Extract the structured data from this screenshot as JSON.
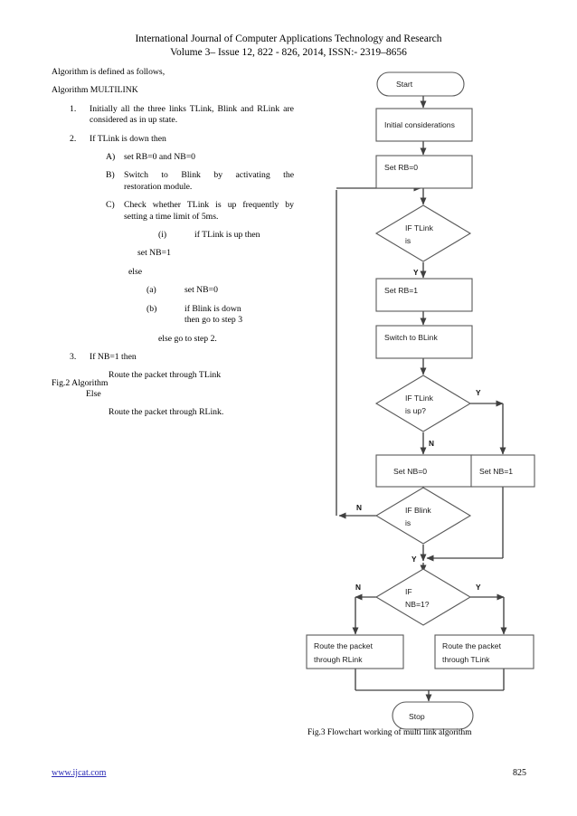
{
  "header": {
    "line1": "International Journal of Computer Applications Technology and Research",
    "line2": "Volume 3– Issue 12, 822 - 826, 2014, ISSN:- 2319–8656"
  },
  "algorithm": {
    "intro": "Algorithm is defined as follows,",
    "title": "Algorithm MULTILINK",
    "step1_marker": "1.",
    "step1_text": "Initially all the three links TLink, Blink and RLink are considered as in up state.",
    "step2_marker": "2.",
    "step2_text": "If TLink is down then",
    "stepA_marker": "A)",
    "stepA_text": "set RB=0 and NB=0",
    "stepB_marker": "B)",
    "stepB_text": "Switch to Blink by activating the",
    "stepB_text2": "restoration module.",
    "stepC_marker": "C)",
    "stepC_text": "Check whether TLink is up frequently by setting a time limit of 5ms.",
    "roman_i_marker": "(i)",
    "roman_i_text": "if TLink is up then",
    "set_nb1": "set NB=1",
    "else1": "else",
    "a_marker": "(a)",
    "a_text": "set NB=0",
    "b_marker": "(b)",
    "b_text": "if  Blink  is  down",
    "b_text2": "then go to step 3",
    "else_goto": "else go to step 2.",
    "step3_marker": "3.",
    "step3_text": "If  NB=1 then",
    "route_tlink": "Route the packet through TLink",
    "else2": "Else",
    "route_rlink": "Route the packet through RLink.",
    "caption": "Fig.2 Algorithm"
  },
  "flowchart": {
    "caption": "Fig.3 Flowchart working of multi link algorithm",
    "nodes": {
      "start": "Start",
      "initial_considerations": "Initial considerations",
      "set_rb0": "Set RB=0",
      "if_tlink_is_l1": "IF TLink",
      "if_tlink_is_l2": "is",
      "set_rb1": "Set RB=1",
      "switch_to_blink": "Switch to BLink",
      "if_tlink_up_l1": "IF TLink",
      "if_tlink_up_l2": "is up?",
      "set_nb0": "Set NB=0",
      "set_nb1": "Set NB=1",
      "if_blink_is_l1": "IF Blink",
      "if_blink_is_l2": "is",
      "if_nb1_l1": "IF",
      "if_nb1_l2": "NB=1?",
      "route_rlink_l1": "Route the packet",
      "route_rlink_l2": "through RLink",
      "route_tlink_l1": "Route the packet",
      "route_tlink_l2": "through TLink",
      "stop": "Stop"
    },
    "edge_labels": {
      "tlink_is_yes": "Y",
      "tlink_up_yes": "Y",
      "tlink_up_no": "N",
      "blink_no": "N",
      "blink_yes": "Y",
      "nb1_no": "N",
      "nb1_yes": "Y"
    },
    "colors": {
      "shape_stroke": "#595959",
      "line_stroke": "#404040",
      "shape_fill": "#ffffff",
      "text": "#1a1a1a"
    }
  },
  "footer": {
    "url": "www.ijcat.com",
    "page_number": "825"
  }
}
